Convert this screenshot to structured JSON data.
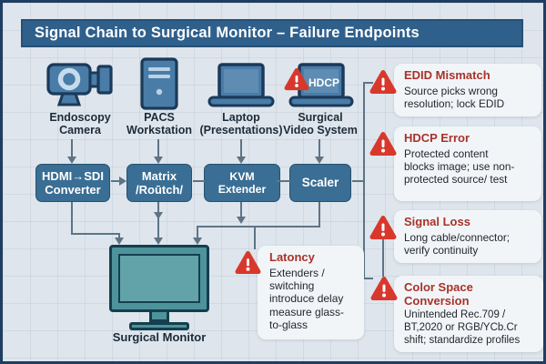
{
  "title": "Signal Chain to Surgical Monitor – Failure Endpoints",
  "colors": {
    "title_bar": "#2f608c",
    "background": "#dee5ec",
    "chain_box_fill": "#3a6e94",
    "device_fill": "#4a7ca8",
    "device_outline": "#1b3a5a",
    "monitor_teal": "#4e939b",
    "connector": "#5d7486",
    "warning_red": "#d8382c",
    "failure_title_red": "#a8322a",
    "card_bg": "#f2f5f8"
  },
  "devices": [
    {
      "icon": "endoscopy-camera-icon",
      "label": [
        "Endoscopy",
        "Camera"
      ]
    },
    {
      "icon": "pacs-workstation-icon",
      "label": [
        "PACS",
        "Workstation"
      ]
    },
    {
      "icon": "laptop-icon",
      "label": [
        "Laptop",
        "(Presentations)"
      ]
    },
    {
      "icon": "surgical-video-system-icon",
      "label": [
        "Surgical",
        "Video System"
      ],
      "screen_text": "HDCP",
      "warning": true
    }
  ],
  "chain": [
    {
      "lines": [
        "HDMI→SDI",
        "Converter"
      ]
    },
    {
      "lines": [
        "Matrix",
        "/Roūtch/"
      ]
    },
    {
      "lines": [
        "KVM Extender"
      ]
    },
    {
      "lines": [
        "Scaler"
      ]
    }
  ],
  "monitor": {
    "label": "Surgical Monitor"
  },
  "latency_note": {
    "title": "Latoncy",
    "body": "Extenders / switching introduce delay measure glass-to-glass"
  },
  "failures": [
    {
      "title": "EDID Mismatch",
      "body": "Source picks wrong resolution; lock EDID"
    },
    {
      "title": "HDCP Error",
      "body": "Protected content blocks image; use non-protected source/ test"
    },
    {
      "title": "Signal Loss",
      "body": "Long cable/connector; verify continuity"
    },
    {
      "title": "Color Space Conversion",
      "body": "Unintended Rec.709 / BT,2020 or RGB/YCb.Cr shift; standardize profiles"
    }
  ]
}
